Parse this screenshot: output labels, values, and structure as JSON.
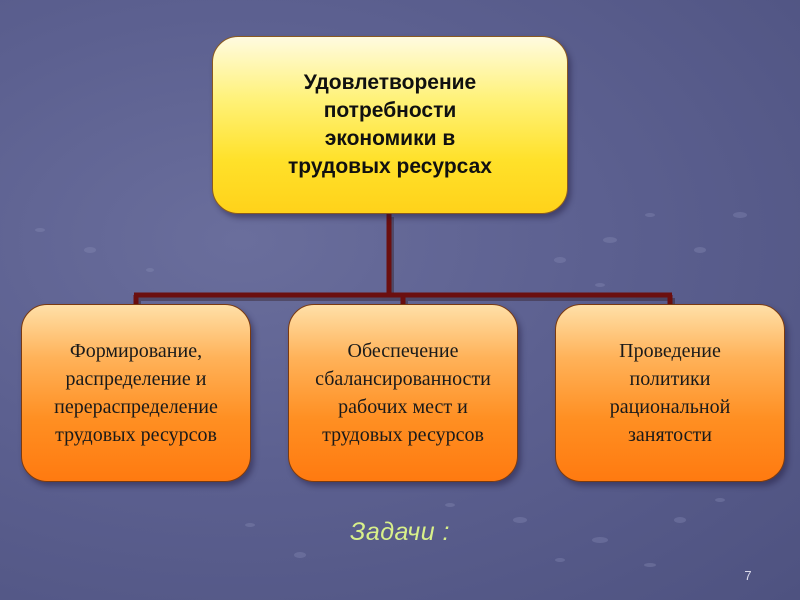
{
  "diagram": {
    "root": "Удовлетворение\nпотребности\nэкономики в\nтрудовых ресурсах",
    "children": [
      "Формирование,\nраспределение и\nперераспределение\nтрудовых ресурсов",
      "Обеспечение\nсбалансированности\nрабочих мест и\nтрудовых ресурсов",
      "Проведение\nполитики\nрациональной\nзанятости"
    ]
  },
  "caption": "Задачи :",
  "page_number": "7",
  "colors": {
    "background": "#5c6090",
    "root_fill": "#ffe12a",
    "child_fill": "#ff8f22",
    "connector": "#6b0f0f",
    "caption": "#d8f08a"
  }
}
